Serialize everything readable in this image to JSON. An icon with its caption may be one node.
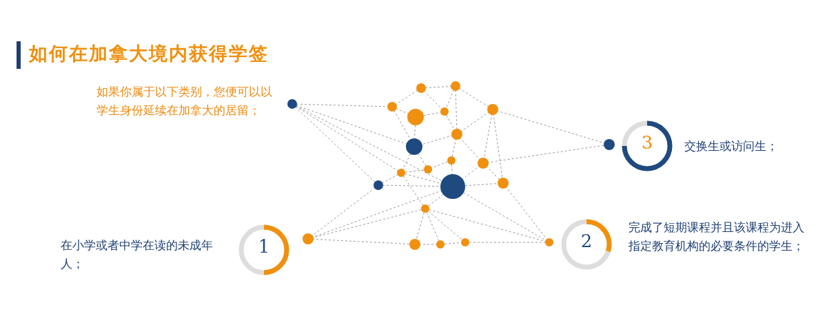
{
  "diagram": {
    "title": "如何在加拿大境内获得学签",
    "nodes": [
      {
        "text": [
          "3"
        ],
        "beside": [
          "交换生或访问生；"
        ]
      },
      {
        "text": [
          "1"
        ],
        "beside": [
          "在小学或者中学在读的未成年人；"
        ]
      },
      {
        "text": [
          "2"
        ],
        "beside": [
          "完成了短期课程并且该课程为进入指定教育机构的必要条件的学生；"
        ]
      }
    ],
    "edges": [],
    "labels": [
      "如果你属于以下类别，您便可以以学生身份延续在加拿大的居留；"
    ]
  }
}
